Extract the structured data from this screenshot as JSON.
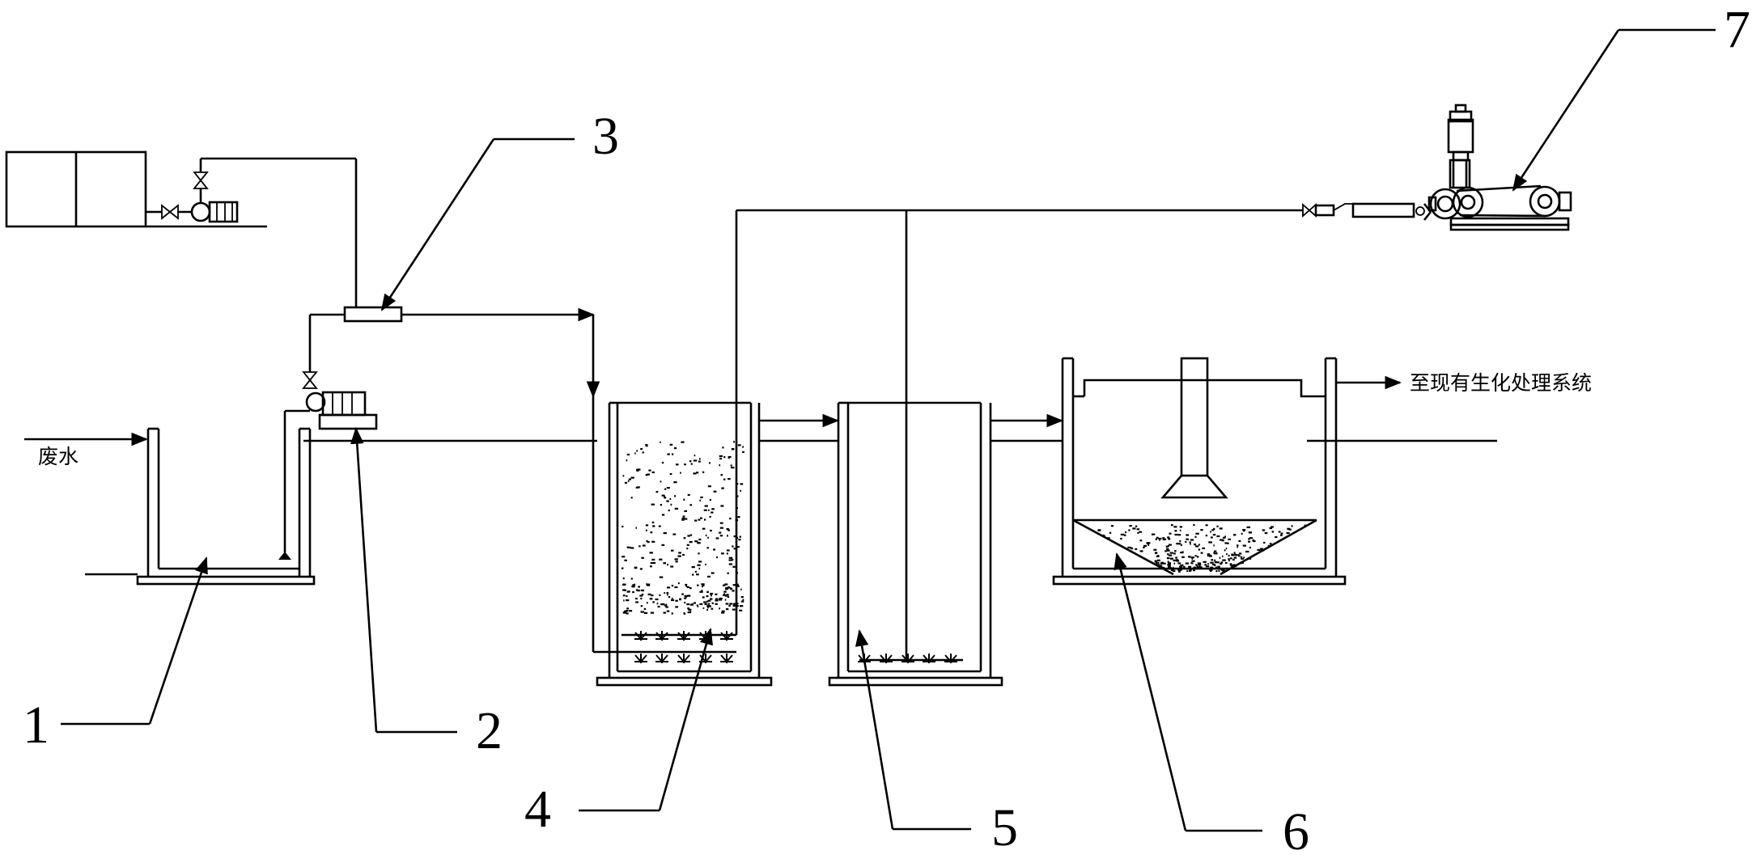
{
  "labels": {
    "inlet": "废水",
    "outlet": "至现有生化处理系统"
  },
  "components": [
    {
      "number": "1"
    },
    {
      "number": "2"
    },
    {
      "number": "3"
    },
    {
      "number": "4"
    },
    {
      "number": "5"
    },
    {
      "number": "6"
    },
    {
      "number": "7"
    }
  ]
}
